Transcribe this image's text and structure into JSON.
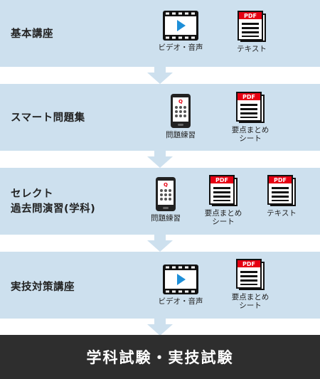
{
  "courses": [
    {
      "title": "基本講座",
      "items": [
        {
          "icon": "video-icon",
          "label": "ビデオ・音声"
        },
        {
          "icon": "pdf-icon",
          "label": "テキスト"
        }
      ]
    },
    {
      "title": "スマート問題集",
      "items": [
        {
          "icon": "phone-quiz-icon",
          "label": "問題練習"
        },
        {
          "icon": "pdf-icon",
          "label": "要点まとめ\nシート"
        }
      ]
    },
    {
      "title": "セレクト\n過去問演習(学科)",
      "items": [
        {
          "icon": "phone-quiz-icon",
          "label": "問題練習"
        },
        {
          "icon": "pdf-icon",
          "label": "要点まとめ\nシート"
        },
        {
          "icon": "pdf-icon",
          "label": "テキスト"
        }
      ]
    },
    {
      "title": "実技対策講座",
      "items": [
        {
          "icon": "video-icon",
          "label": "ビデオ・音声"
        },
        {
          "icon": "pdf-icon",
          "label": "要点まとめ\nシート"
        }
      ]
    }
  ],
  "icon_text": {
    "pdf": "PDF",
    "quiz": "Q"
  },
  "footer": {
    "label": "学科試験・実技試験"
  },
  "colors": {
    "band": "#cde0ee",
    "footer": "#2e2e2e",
    "arrow": "#cde0ee",
    "pdf_red": "#e60012"
  }
}
